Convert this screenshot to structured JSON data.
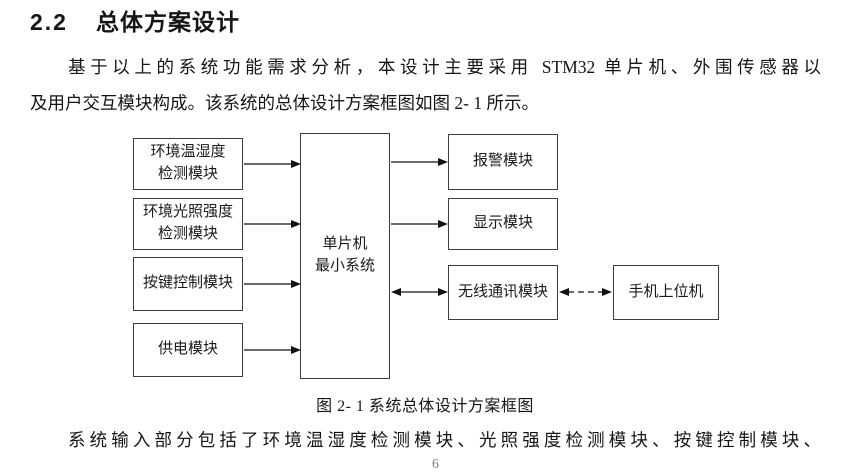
{
  "heading": {
    "number": "2.2",
    "title": "总体方案设计"
  },
  "paragraph": {
    "line1": "基于以上的系统功能需求分析，本设计主要采用 STM32 单片机、外围传感器以",
    "line2": "及用户交互模块构成。该系统的总体设计方案框图如图 2- 1 所示。"
  },
  "diagram": {
    "left_boxes": [
      {
        "line1": "环境温湿度",
        "line2": "检测模块"
      },
      {
        "line1": "环境光照强度",
        "line2": "检测模块"
      },
      {
        "line1": "按键控制模块",
        "line2": ""
      },
      {
        "line1": "供电模块",
        "line2": ""
      }
    ],
    "center_box": {
      "line1": "单片机",
      "line2": "最小系统"
    },
    "right_boxes": [
      {
        "label": "报警模块"
      },
      {
        "label": "显示模块"
      },
      {
        "label": "无线通讯模块"
      }
    ],
    "far_right_box": {
      "label": "手机上位机"
    }
  },
  "caption": "图 2- 1 系统总体设计方案框图",
  "bottom_paragraph": "系统输入部分包括了环境温湿度检测模块、光照强度检测模块、按键控制模块、",
  "page_number": "6",
  "colors": {
    "text": "#151515",
    "box_border": "#3d3d3d",
    "arrow": "#111111",
    "page_number": "#808080",
    "background": "#ffffff"
  }
}
